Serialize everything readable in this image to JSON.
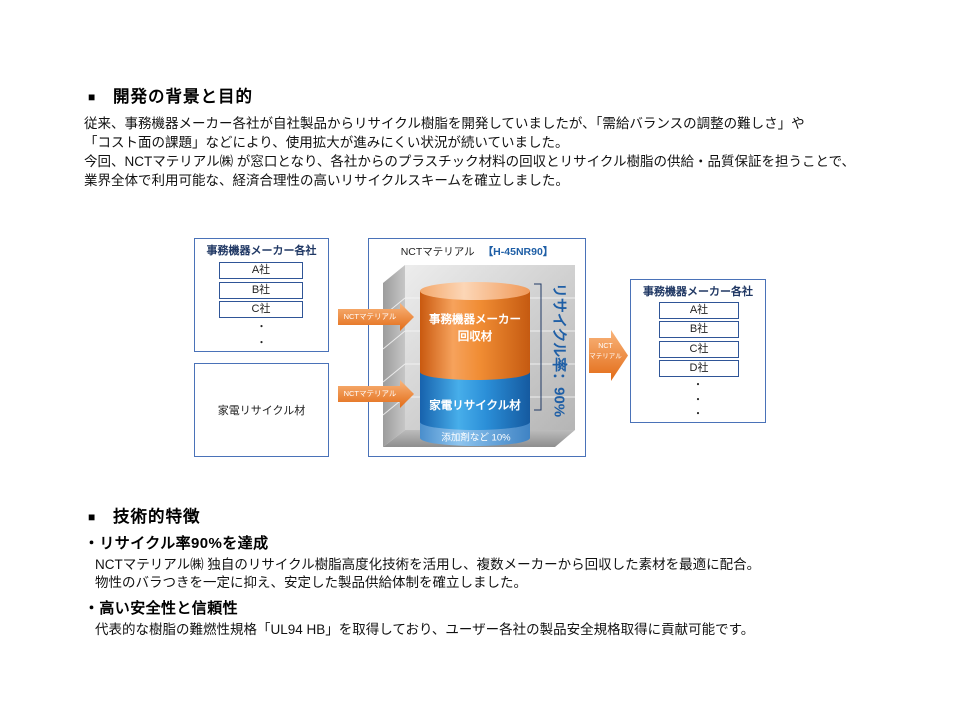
{
  "colors": {
    "orange": "#ed7d31",
    "blue": "#1f5fa6",
    "navy": "#203864",
    "box_border": "#4a72b8",
    "item_border": "#2f5597"
  },
  "section1": {
    "bullet": "■",
    "title": "開発の背景と目的",
    "lines": [
      "従来、事務機器メーカー各社が自社製品からリサイクル樹脂を開発していましたが、「需給バランスの調整の難しさ」や",
      "「コスト面の課題」などにより、使用拡大が進みにくい状況が続いていました。",
      "今回、NCTマテリアル㈱ が窓口となり、各社からのプラスチック材料の回収とリサイクル樹脂の供給・品質保証を担うことで、",
      "業界全体で利用可能な、経済合理性の高いリサイクルスキームを確立しました。"
    ]
  },
  "diagram": {
    "source_makers": {
      "title": "事務機器メーカー各社",
      "items": [
        "A社",
        "B社",
        "C社"
      ],
      "ellipsis": [
        "・",
        "・"
      ]
    },
    "source_appliance": {
      "label": "家電リサイクル材"
    },
    "nct": {
      "name": "NCTマテリアル",
      "grade": "【H-45NR90】",
      "cylinder": {
        "top_label": [
          "事務機器メーカー",
          "回収材"
        ],
        "middle_label": "家電リサイクル材",
        "bottom_label": "添加剤など 10%"
      },
      "recycle_rate": "リサイクル率：90%"
    },
    "arrows": {
      "upper": "NCTマテリアル",
      "lower": "NCTマテリアル",
      "output": [
        "NCT",
        "マテリアル"
      ]
    },
    "destination_makers": {
      "title": "事務機器メーカー各社",
      "items": [
        "A社",
        "B社",
        "C社",
        "D社"
      ],
      "ellipsis": [
        "・",
        "・",
        "・"
      ]
    }
  },
  "section2": {
    "bullet": "■",
    "title": "技術的特徴",
    "features": [
      {
        "heading": "・リサイクル率90%を達成",
        "lines": [
          "NCTマテリアル㈱ 独自のリサイクル樹脂高度化技術を活用し、複数メーカーから回収した素材を最適に配合。",
          "物性のバラつきを一定に抑え、安定した製品供給体制を確立しました。"
        ]
      },
      {
        "heading": "・高い安全性と信頼性",
        "lines": [
          "代表的な樹脂の難燃性規格「UL94 HB」を取得しており、ユーザー各社の製品安全規格取得に貢献可能です。"
        ]
      }
    ]
  }
}
